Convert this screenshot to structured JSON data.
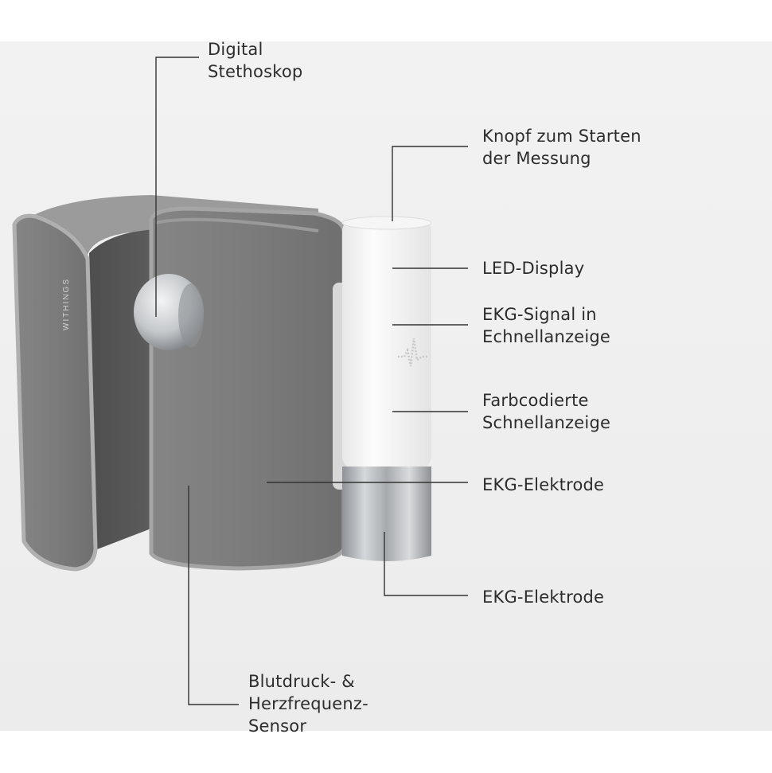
{
  "brand_text": "WITHINGS",
  "labels": {
    "stethoscope": "Digital\nStethoskop",
    "button": "Knopf zum Starten\nder Messung",
    "led_display": "LED-Display",
    "ecg_signal": "EKG-Signal in\nEchnellanzeige",
    "color_display": "Farbcodierte\nSchnellanzeige",
    "ecg_electrode_1": "EKG-Elektrode",
    "ecg_electrode_2": "EKG-Elektrode",
    "bp_sensor": "Blutdruck- &\nHerzfrequenz-\nSensor"
  },
  "colors": {
    "background": "#ececec",
    "cuff_fabric": "#7b7b7b",
    "cuff_edge": "#a9a9a9",
    "body_white": "#fafafa",
    "metal": "#b9bcbf",
    "leader_line": "#333333"
  }
}
